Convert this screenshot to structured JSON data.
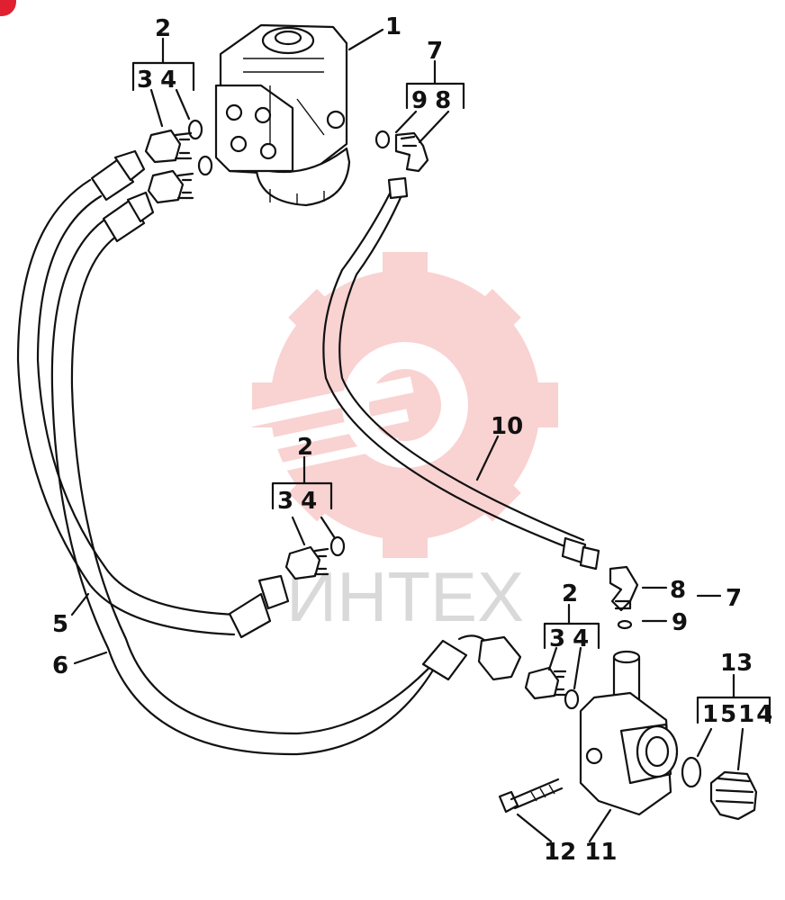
{
  "watermark": {
    "text": "ИНТЕХ",
    "color": "#f08080"
  },
  "callouts": {
    "p1": "1",
    "p2_top": "2",
    "p34_top": "34",
    "p7_top": "7",
    "p98_top": "98",
    "p2_mid": "2",
    "p34_mid": "34",
    "p10": "10",
    "p2_low": "2",
    "p34_low": "34",
    "p8": "8",
    "p9": "9",
    "p7_right": "7",
    "p5": "5",
    "p6": "6",
    "p13": "13",
    "p15_14": "1514",
    "p12_11": "12 11"
  }
}
